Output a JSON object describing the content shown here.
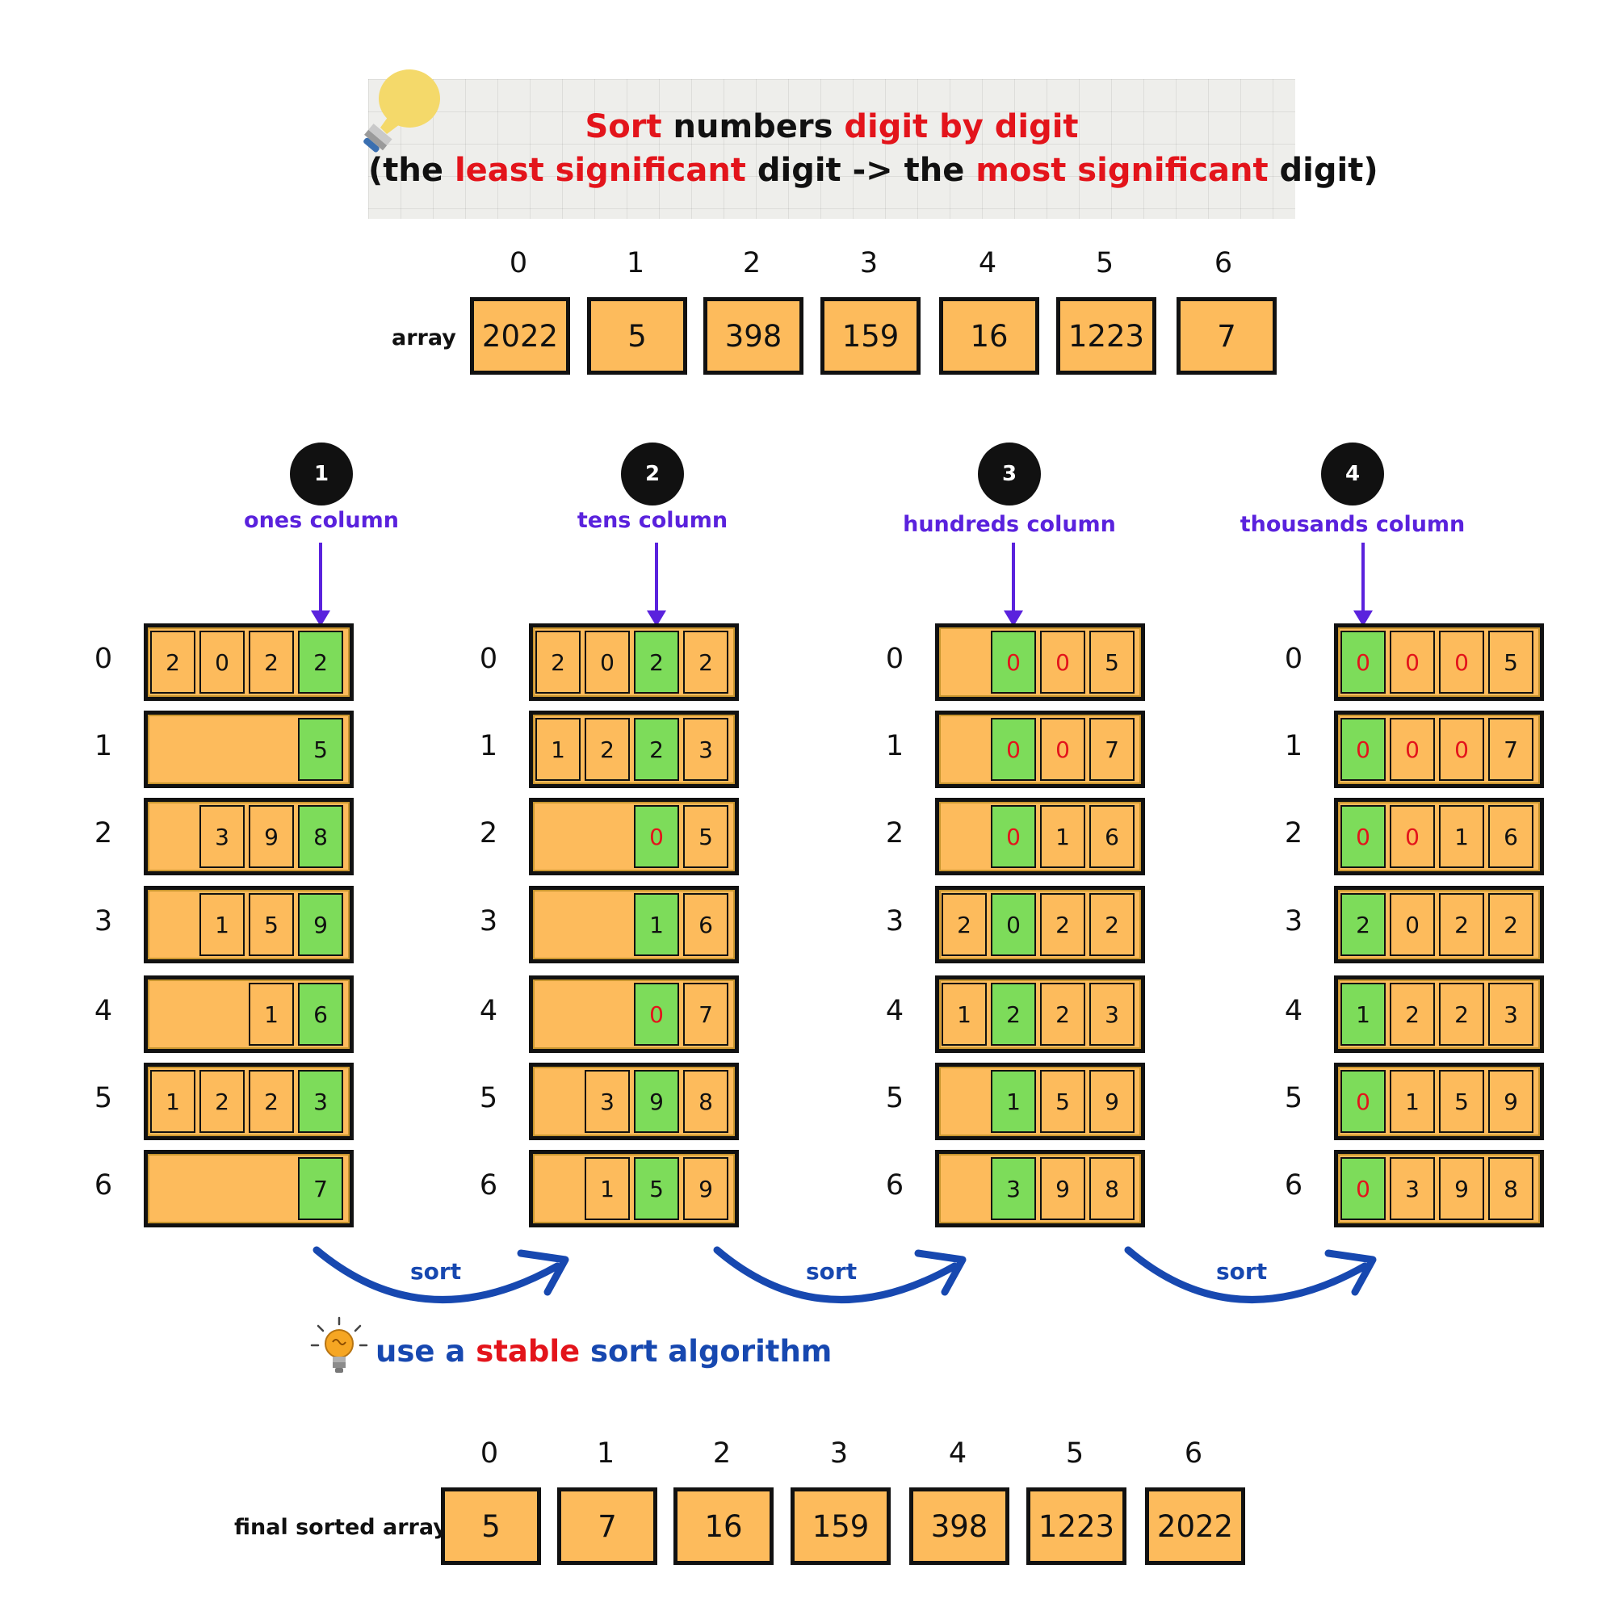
{
  "header": {
    "line1": [
      {
        "text": "Sort",
        "color": "red"
      },
      {
        "text": " numbers ",
        "color": "black"
      },
      {
        "text": "digit by digit",
        "color": "red"
      }
    ],
    "line2": [
      {
        "text": "(the ",
        "color": "black"
      },
      {
        "text": "least significant",
        "color": "red"
      },
      {
        "text": " digit -> the ",
        "color": "black"
      },
      {
        "text": "most significant",
        "color": "red"
      },
      {
        "text": " digit)",
        "color": "black"
      }
    ]
  },
  "input_array": {
    "label": "array",
    "indices": [
      "0",
      "1",
      "2",
      "3",
      "4",
      "5",
      "6"
    ],
    "values": [
      "2022",
      "5",
      "398",
      "159",
      "16",
      "1223",
      "7"
    ]
  },
  "passes": [
    {
      "step": "1",
      "caption": "ones column",
      "highlight_col": 3,
      "row_indices": [
        "0",
        "1",
        "2",
        "3",
        "4",
        "5",
        "6"
      ],
      "rows": [
        [
          "2",
          "0",
          "2",
          "2"
        ],
        [
          "",
          "",
          "",
          "5"
        ],
        [
          "",
          "3",
          "9",
          "8"
        ],
        [
          "",
          "1",
          "5",
          "9"
        ],
        [
          "",
          "",
          "1",
          "6"
        ],
        [
          "1",
          "2",
          "2",
          "3"
        ],
        [
          "",
          "",
          "",
          "7"
        ]
      ]
    },
    {
      "step": "2",
      "caption": "tens column",
      "highlight_col": 2,
      "row_indices": [
        "0",
        "1",
        "2",
        "3",
        "4",
        "5",
        "6"
      ],
      "rows": [
        [
          "2",
          "0",
          "2",
          "2"
        ],
        [
          "1",
          "2",
          "2",
          "3"
        ],
        [
          "",
          "",
          "0",
          "5"
        ],
        [
          "",
          "",
          "1",
          "6"
        ],
        [
          "",
          "",
          "0",
          "7"
        ],
        [
          "",
          "3",
          "9",
          "8"
        ],
        [
          "",
          "1",
          "5",
          "9"
        ]
      ]
    },
    {
      "step": "3",
      "caption": "hundreds column",
      "highlight_col": 1,
      "row_indices": [
        "0",
        "1",
        "2",
        "3",
        "4",
        "5",
        "6"
      ],
      "rows": [
        [
          "",
          "0",
          "0",
          "5"
        ],
        [
          "",
          "0",
          "0",
          "7"
        ],
        [
          "",
          "0",
          "1",
          "6"
        ],
        [
          "2",
          "0",
          "2",
          "2"
        ],
        [
          "1",
          "2",
          "2",
          "3"
        ],
        [
          "",
          "1",
          "5",
          "9"
        ],
        [
          "",
          "3",
          "9",
          "8"
        ]
      ]
    },
    {
      "step": "4",
      "caption": "thousands column",
      "highlight_col": 0,
      "row_indices": [
        "0",
        "1",
        "2",
        "3",
        "4",
        "5",
        "6"
      ],
      "rows": [
        [
          "0",
          "0",
          "0",
          "5"
        ],
        [
          "0",
          "0",
          "0",
          "7"
        ],
        [
          "0",
          "0",
          "1",
          "6"
        ],
        [
          "2",
          "0",
          "2",
          "2"
        ],
        [
          "1",
          "2",
          "2",
          "3"
        ],
        [
          "0",
          "1",
          "5",
          "9"
        ],
        [
          "0",
          "3",
          "9",
          "8"
        ]
      ]
    }
  ],
  "padding_zeros": [
    [
      [],
      [],
      [],
      [],
      [],
      [],
      []
    ],
    [
      [],
      [],
      [
        2
      ],
      [],
      [
        2
      ],
      [],
      []
    ],
    [
      [
        1,
        2
      ],
      [
        1,
        2
      ],
      [
        1
      ],
      [],
      [],
      [],
      []
    ],
    [
      [
        0,
        1,
        2
      ],
      [
        0,
        1,
        2
      ],
      [
        0,
        1
      ],
      [],
      [],
      [
        0
      ],
      [
        0
      ]
    ]
  ],
  "sort_label": "sort",
  "stable_note": [
    {
      "text": "use a ",
      "color": "blue"
    },
    {
      "text": "stable",
      "color": "red"
    },
    {
      "text": " sort algorithm",
      "color": "blue"
    }
  ],
  "output_array": {
    "label": "final sorted array",
    "indices": [
      "0",
      "1",
      "2",
      "3",
      "4",
      "5",
      "6"
    ],
    "values": [
      "5",
      "7",
      "16",
      "159",
      "398",
      "1223",
      "2022"
    ]
  },
  "colors": {
    "cell_fill": "#fdbb5c",
    "highlight_fill": "#7ddc5a",
    "accent_red": "#e3141b",
    "caption_purple": "#5a22dd",
    "sort_arrow_blue": "#1748b0"
  },
  "icons": [
    "lightbulb-icon",
    "glowing-lightbulb-icon"
  ]
}
